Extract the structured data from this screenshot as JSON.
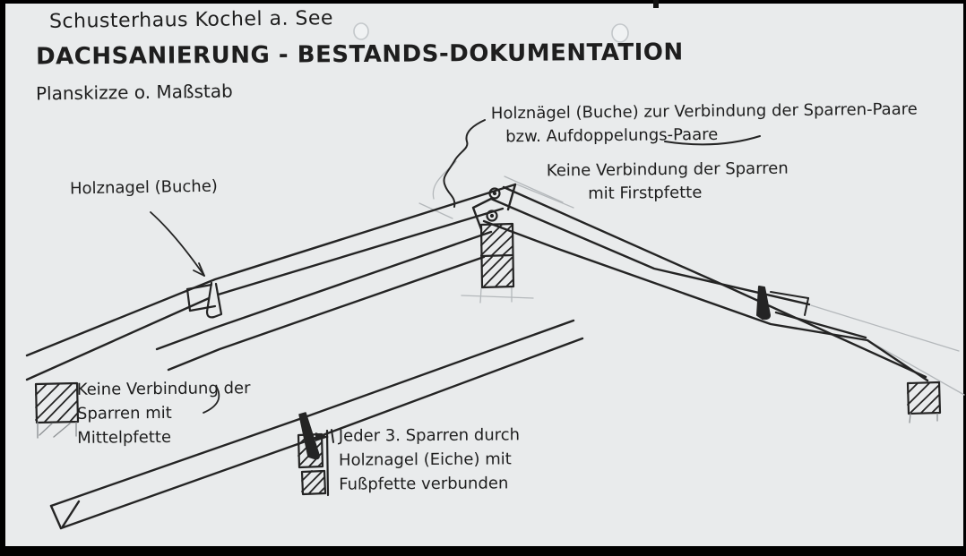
{
  "document": {
    "header": {
      "project_name": "Schusterhaus Kochel a. See",
      "title": "DACHSANIERUNG - BESTANDS-DOKUMENTATION",
      "scale_note": "Planskizze o. Maßstab"
    },
    "annotations": {
      "ridge_nails": {
        "line1": "Holznägel (Buche) zur Verbindung der Sparren-Paare",
        "line2": "bzw. Aufdoppelungs-Paare"
      },
      "ridge_no_connection": {
        "line1": "Keine Verbindung der Sparren",
        "line2": "mit Firstpfette"
      },
      "rafter_nail": "Holznagel (Buche)",
      "middle_purlin": {
        "line1": "Keine Verbindung der",
        "line2": "Sparren mit",
        "line3": "Mittelpfette"
      },
      "foot_purlin": {
        "line1": "Jeder 3. Sparren durch",
        "line2": "Holznagel (Eiche) mit",
        "line3": "Fußpfette verbunden"
      }
    },
    "colors": {
      "paper": "#e9ebec",
      "ink": "#1f1f1f",
      "pencil": "#b4b8bb",
      "frame": "#000000"
    }
  }
}
